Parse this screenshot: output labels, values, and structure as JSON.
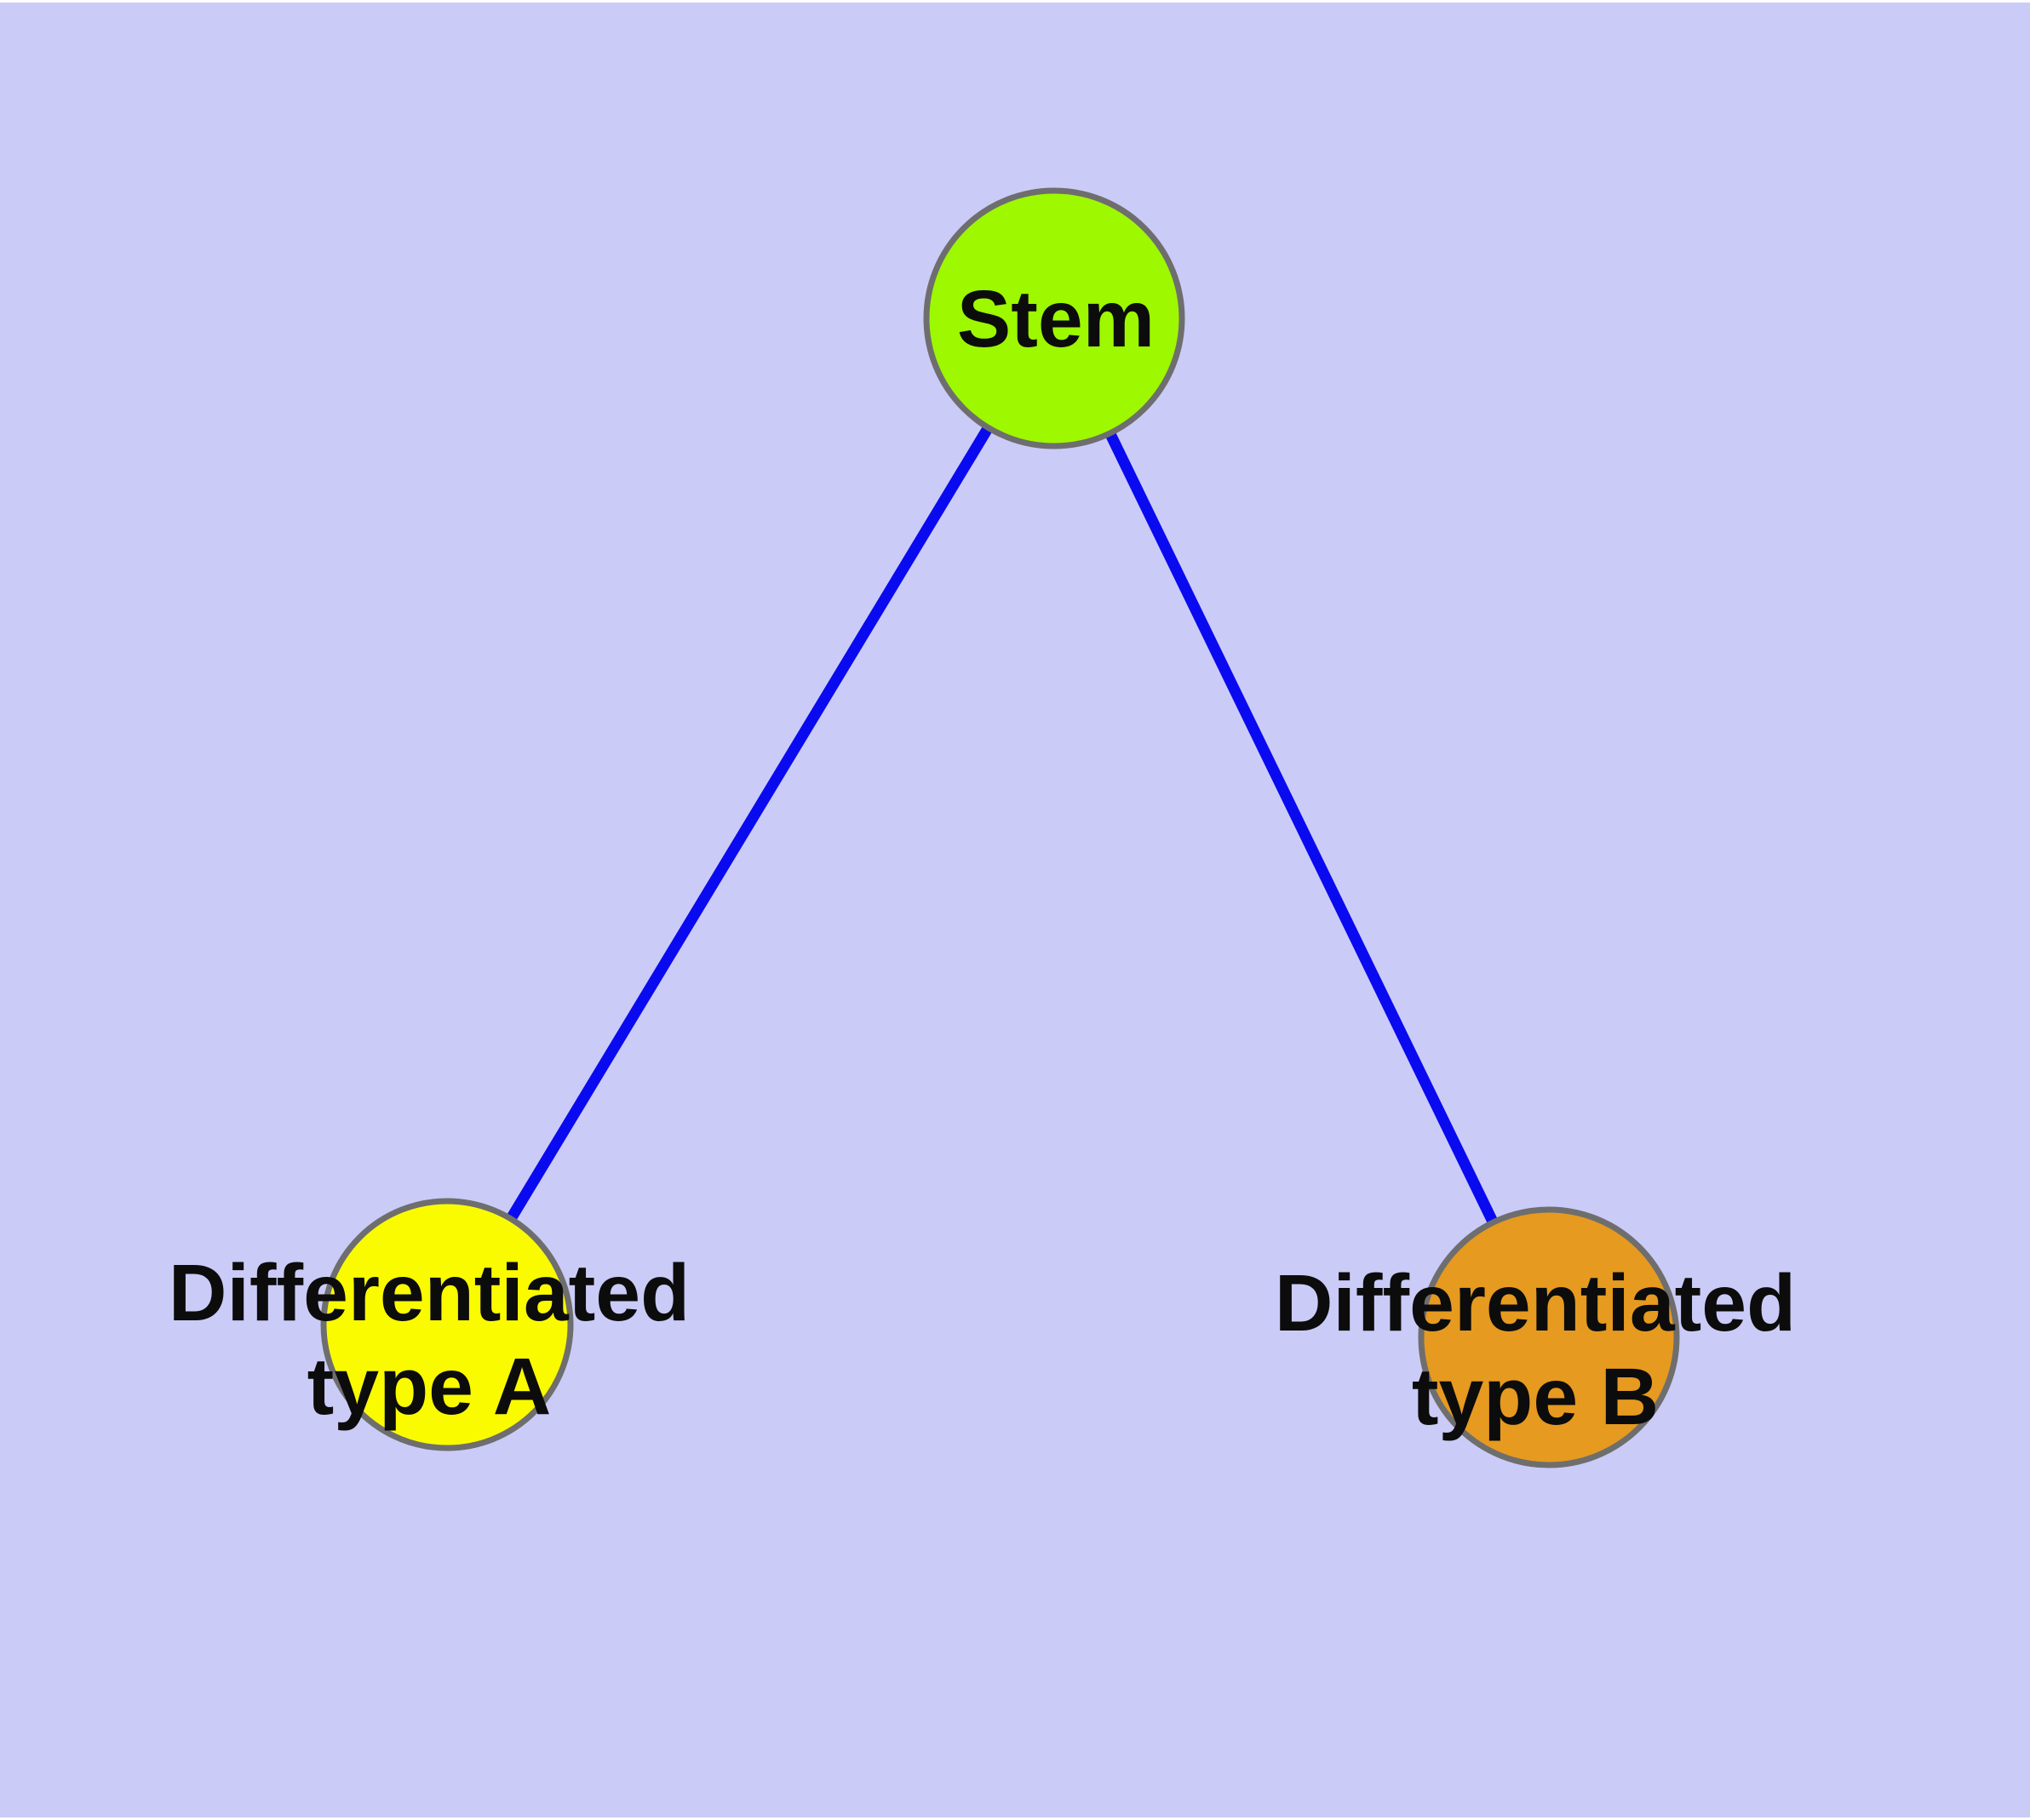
{
  "diagram": {
    "type": "graph",
    "description": "Cell differentiation tree: one stem node with two differentiated child types",
    "style": {
      "background": "#cbcbf8",
      "page_margin_color": "#ffffff",
      "edge_color": "#0a0af0",
      "node_border_color": "#6e6e6e",
      "label_color": "#0c0c0c"
    },
    "nodes": [
      {
        "id": "stem",
        "label": "Stem",
        "fill": "#9df800"
      },
      {
        "id": "type-a",
        "label": "Differentiated\ntype A",
        "fill": "#fbfb00"
      },
      {
        "id": "type-b",
        "label": "Differentiated\ntype B",
        "fill": "#e69a1f"
      }
    ],
    "edges": [
      {
        "from": "stem",
        "to": "type-a"
      },
      {
        "from": "stem",
        "to": "type-b"
      }
    ]
  }
}
